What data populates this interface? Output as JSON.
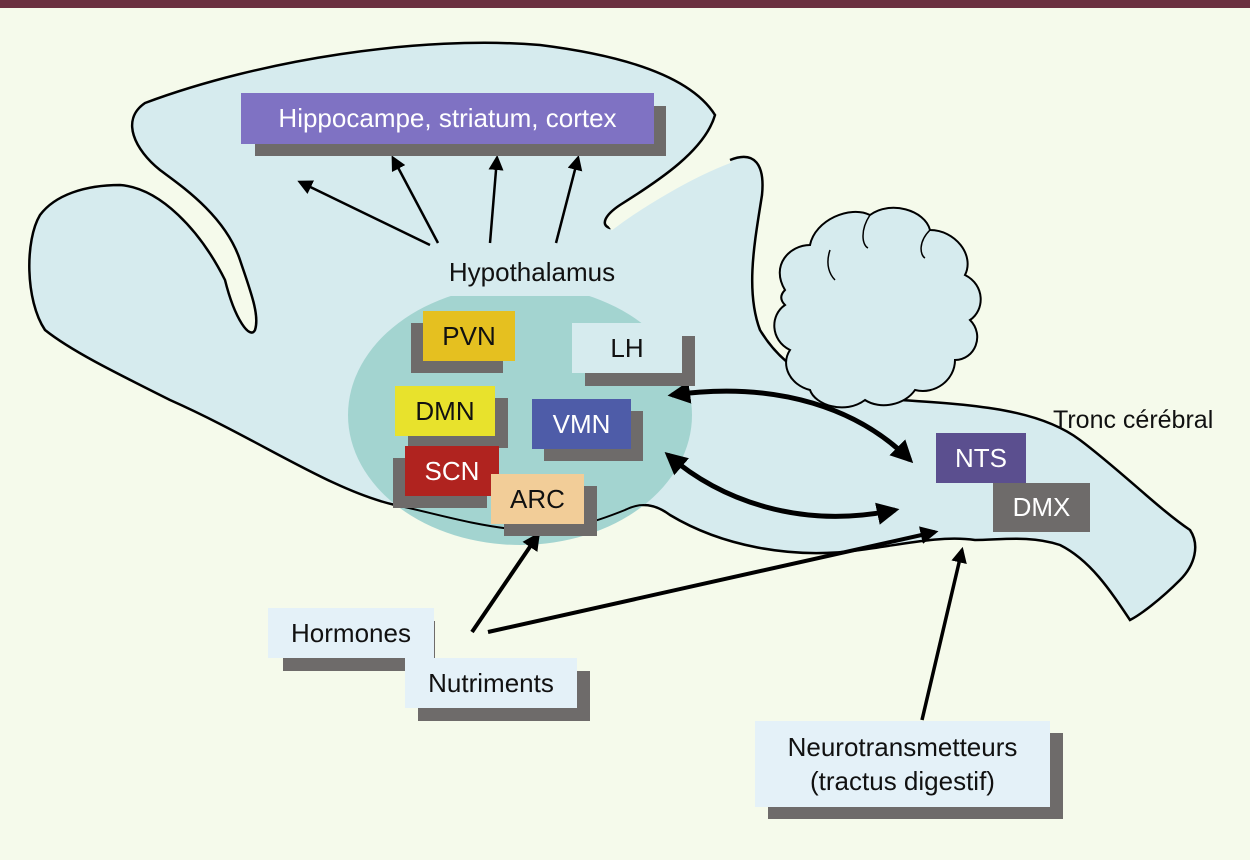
{
  "diagram": {
    "regions": {
      "cortex_group": "Hippocampe, striatum, cortex",
      "hypothalamus": "Hypothalamus",
      "brainstem": "Tronc cérébral"
    },
    "nuclei": {
      "pvn": "PVN",
      "lh": "LH",
      "dmn": "DMN",
      "vmn": "VMN",
      "scn": "SCN",
      "arc": "ARC",
      "nts": "NTS",
      "dmx": "DMX"
    },
    "inputs": {
      "hormones": "Hormones",
      "nutriments": "Nutriments",
      "neuro_line1": "Neurotransmetteurs",
      "neuro_line2": "(tractus digestif)"
    },
    "colors": {
      "background": "#f5faeb",
      "brain": "#d6ebee",
      "hypothalamus": "#a3d4d0",
      "cortex_box": "#7f72c3",
      "pvn": "#e5c020",
      "dmn": "#e8e22c",
      "scn": "#b0231f",
      "arc": "#f2cd98",
      "vmn": "#4e5ca8",
      "nts": "#5b4f8f",
      "dmx": "#6e6b6a",
      "shadow": "#6e6b6a",
      "top_bar": "#6b3040"
    }
  }
}
